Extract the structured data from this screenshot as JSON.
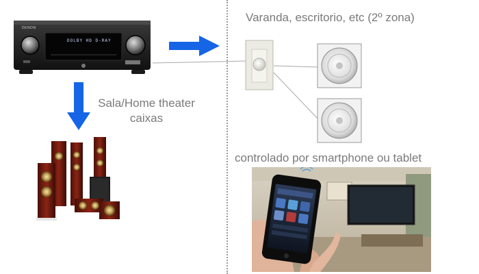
{
  "labels": {
    "zone2": "Varanda, escritorio, etc (2º zona)",
    "main_line1": "Sala/Home theater",
    "main_line2": "caixas",
    "control": "controlado por smartphone ou tablet"
  },
  "receiver": {
    "brand": "DENON",
    "display_text": "DOLBY HD D-RAY"
  },
  "colors": {
    "arrow": "#1565e6",
    "label": "#7a7a7a",
    "divider": "#9a9a9a",
    "wire": "#a8a8a8"
  }
}
